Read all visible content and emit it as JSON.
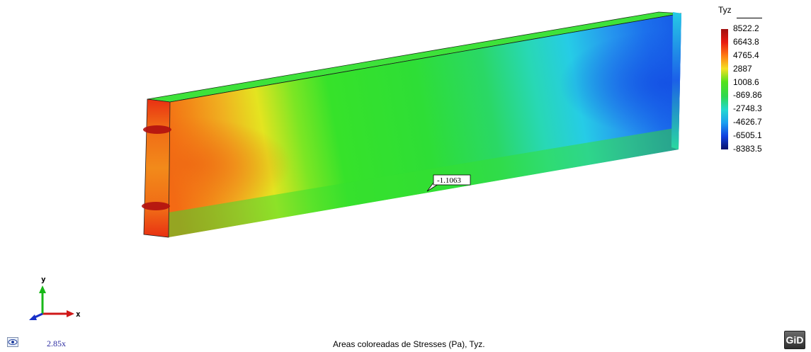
{
  "legend": {
    "title": "Tyz",
    "values": [
      "8522.2",
      "6643.8",
      "4765.4",
      "2887",
      "1008.6",
      "-869.86",
      "-2748.3",
      "-4626.7",
      "-6505.1",
      "-8383.5"
    ],
    "colors": [
      "#a01010",
      "#e81a10",
      "#ff7a10",
      "#f4e020",
      "#52e21a",
      "#2ed850",
      "#22d8d0",
      "#1a9ef0",
      "#1040e0",
      "#08106a"
    ]
  },
  "probe": {
    "value": "-1.1063"
  },
  "axes": {
    "x_label": "x",
    "y_label": "y"
  },
  "status_bar": {
    "view_icon": "eye-icon",
    "zoom": "2.85x",
    "message": "Areas coloreadas de Stresses (Pa), Tyz.",
    "logo": "GiD"
  }
}
